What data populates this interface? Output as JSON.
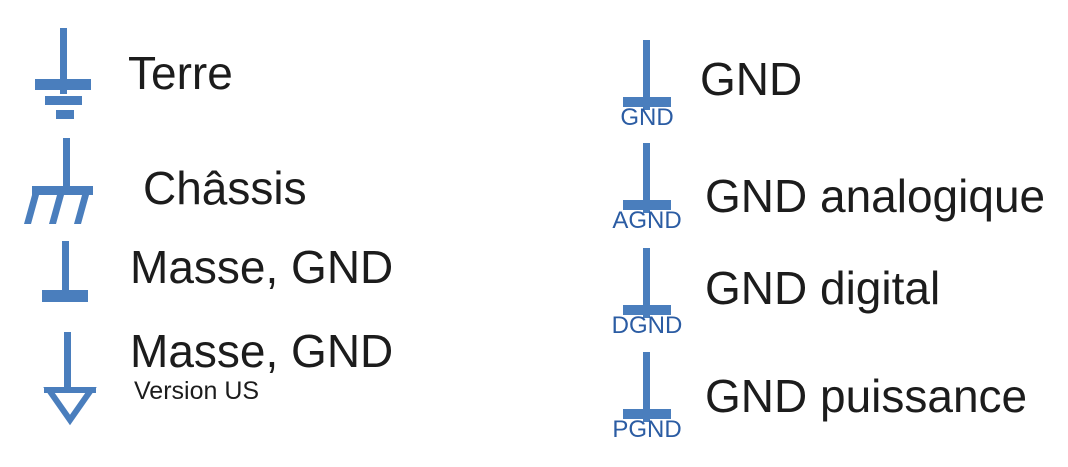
{
  "colors": {
    "symbol_blue": "#4a7ebd",
    "tag_blue": "#2b5ca3",
    "text_black": "#1c1c1c",
    "background": "#ffffff"
  },
  "left_column": {
    "items": [
      {
        "symbol": "earth-ground",
        "label": "Terre"
      },
      {
        "symbol": "chassis-ground",
        "label": "Châssis"
      },
      {
        "symbol": "signal-ground",
        "label": "Masse, GND"
      },
      {
        "symbol": "us-signal-ground",
        "label": "Masse, GND",
        "sublabel": "Version US"
      }
    ]
  },
  "right_column": {
    "items": [
      {
        "symbol": "gnd-ground",
        "tag": "GND",
        "label": "GND"
      },
      {
        "symbol": "gnd-ground",
        "tag": "AGND",
        "label": "GND analogique"
      },
      {
        "symbol": "gnd-ground",
        "tag": "DGND",
        "label": "GND digital"
      },
      {
        "symbol": "gnd-ground",
        "tag": "PGND",
        "label": "GND puissance"
      }
    ]
  }
}
